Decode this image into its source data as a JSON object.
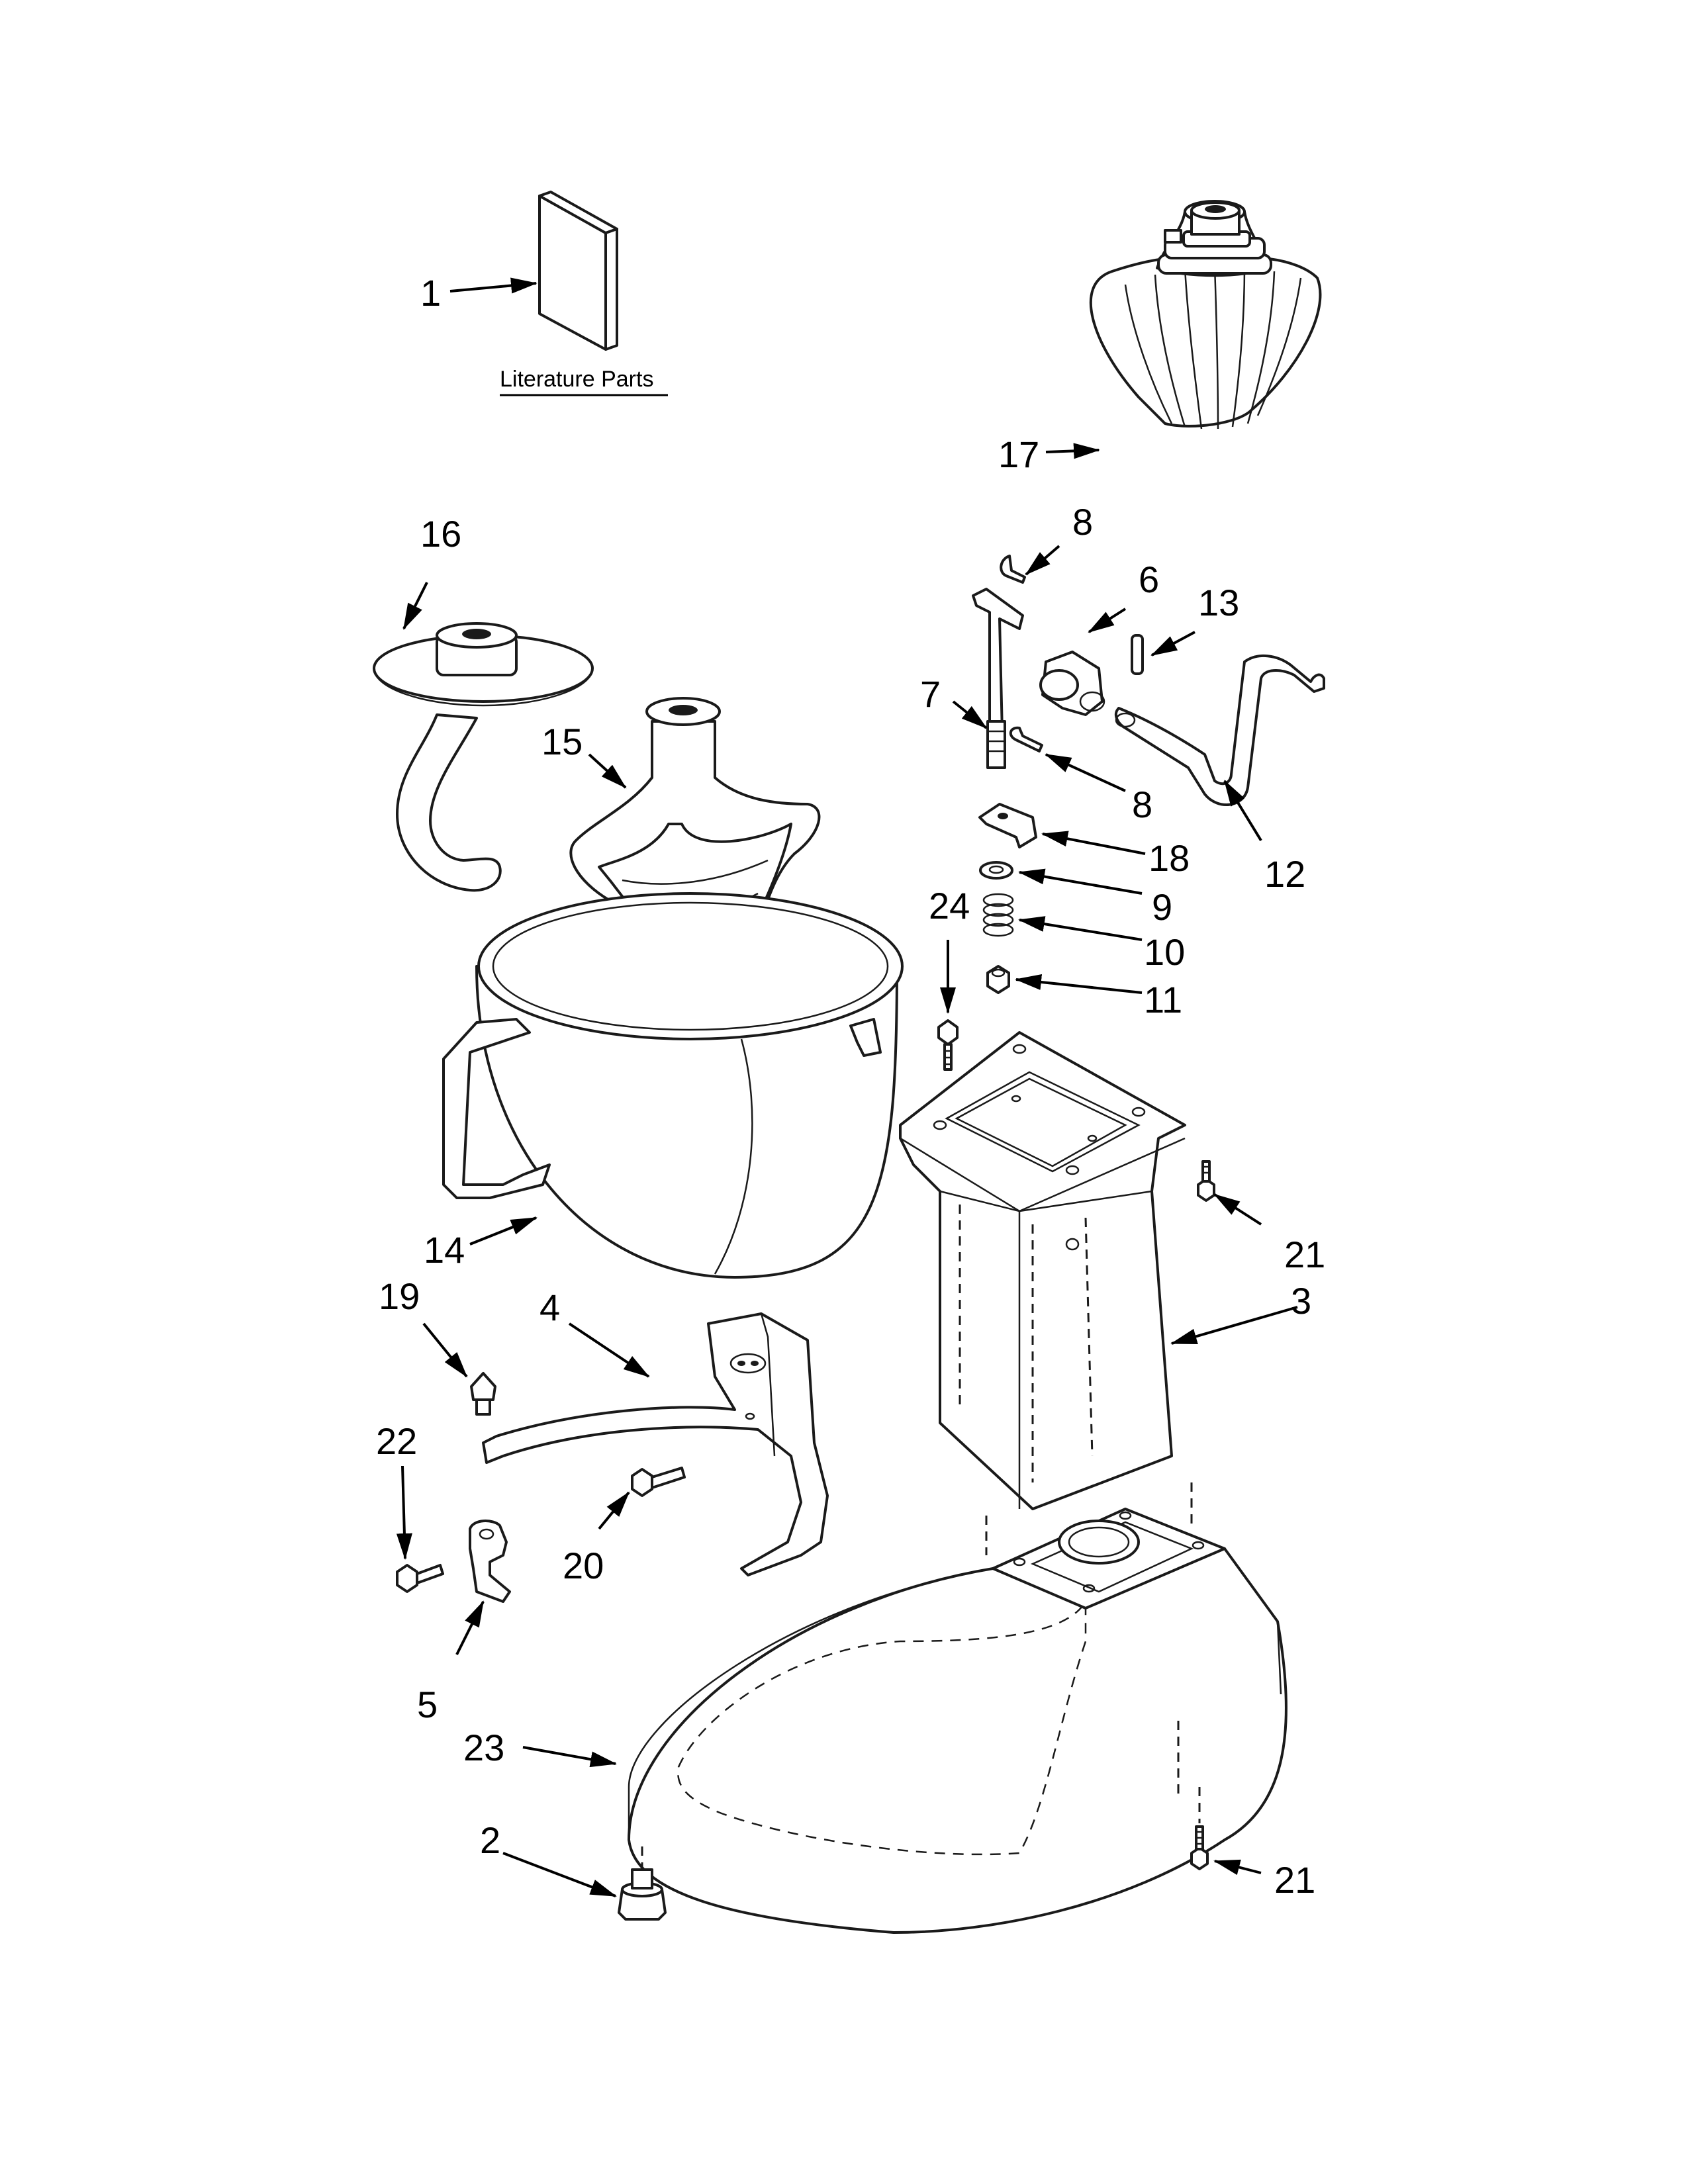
{
  "literature_label": "Literature Parts",
  "callouts": {
    "c1": "1",
    "c2": "2",
    "c3": "3",
    "c4": "4",
    "c5": "5",
    "c6": "6",
    "c7": "7",
    "c8a": "8",
    "c8b": "8",
    "c9": "9",
    "c10": "10",
    "c11": "11",
    "c12": "12",
    "c13": "13",
    "c14": "14",
    "c15": "15",
    "c16": "16",
    "c17": "17",
    "c18": "18",
    "c19": "19",
    "c20": "20",
    "c21a": "21",
    "c21b": "21",
    "c22": "22",
    "c23": "23",
    "c24": "24"
  }
}
